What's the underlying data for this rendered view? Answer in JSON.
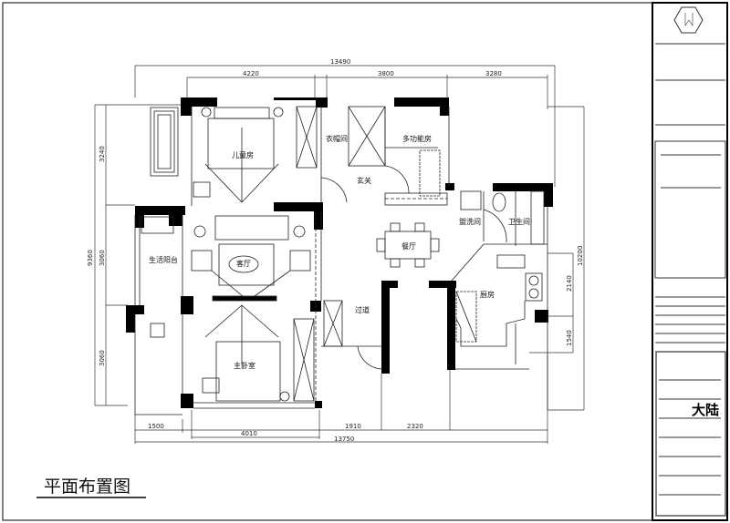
{
  "drawing": {
    "title": "平面布置图",
    "rooms": [
      {
        "name": "儿童房"
      },
      {
        "name": "衣帽间"
      },
      {
        "name": "多功能房"
      },
      {
        "name": "玄关"
      },
      {
        "name": "盥洗间"
      },
      {
        "name": "卫生间"
      },
      {
        "name": "餐厅"
      },
      {
        "name": "客厅"
      },
      {
        "name": "生活阳台"
      },
      {
        "name": "厨房"
      },
      {
        "name": "过道"
      },
      {
        "name": "主卧室"
      }
    ],
    "dimensions": {
      "top_total": "13490",
      "top_1": "4220",
      "top_2": "3800",
      "top_3": "3280",
      "left_total": "9360",
      "left_1": "3240",
      "left_2": "3060",
      "left_3": "3060",
      "right_total": "10200",
      "right_1": "2140",
      "right_2": "1540",
      "bottom_1": "1500",
      "bottom_2": "4010",
      "bottom_3": "1910",
      "bottom_4": "2320",
      "bottom_total": "13750"
    }
  },
  "title_block": {
    "signature": "大陆",
    "colors": {
      "line": "#000000",
      "background": "#ffffff"
    }
  }
}
